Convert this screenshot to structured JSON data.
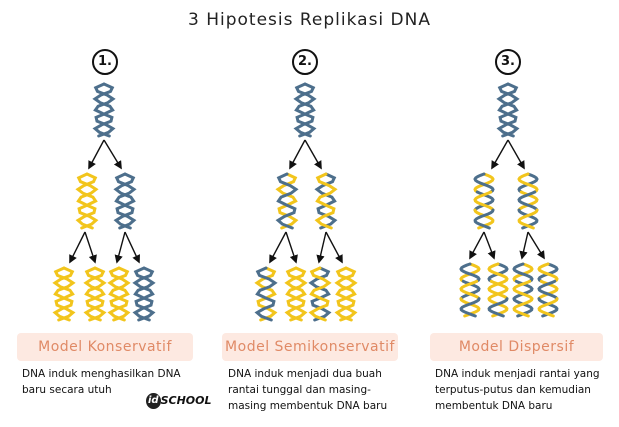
{
  "title": "3 Hipotesis Replikasi DNA",
  "colors": {
    "gold": "#f2c51c",
    "blue": "#4d6f8c",
    "label_bg": "#fde9e1",
    "label_text": "#e08a66"
  },
  "models": [
    {
      "number": "1.",
      "label": "Model Konservatif",
      "description": [
        "DNA induk menghasilkan DNA",
        "baru secara utuh"
      ]
    },
    {
      "number": "2.",
      "label": "Model Semikonservatif",
      "description": [
        "DNA induk menjadi dua buah",
        "rantai tunggal dan masing-",
        "masing membentuk DNA baru"
      ]
    },
    {
      "number": "3.",
      "label": "Model Dispersif",
      "description": [
        "DNA induk menjadi rantai yang",
        "terputus-putus dan kemudian",
        "membentuk DNA baru"
      ]
    }
  ],
  "logo": {
    "id": "id",
    "school": "SCHOOL"
  }
}
